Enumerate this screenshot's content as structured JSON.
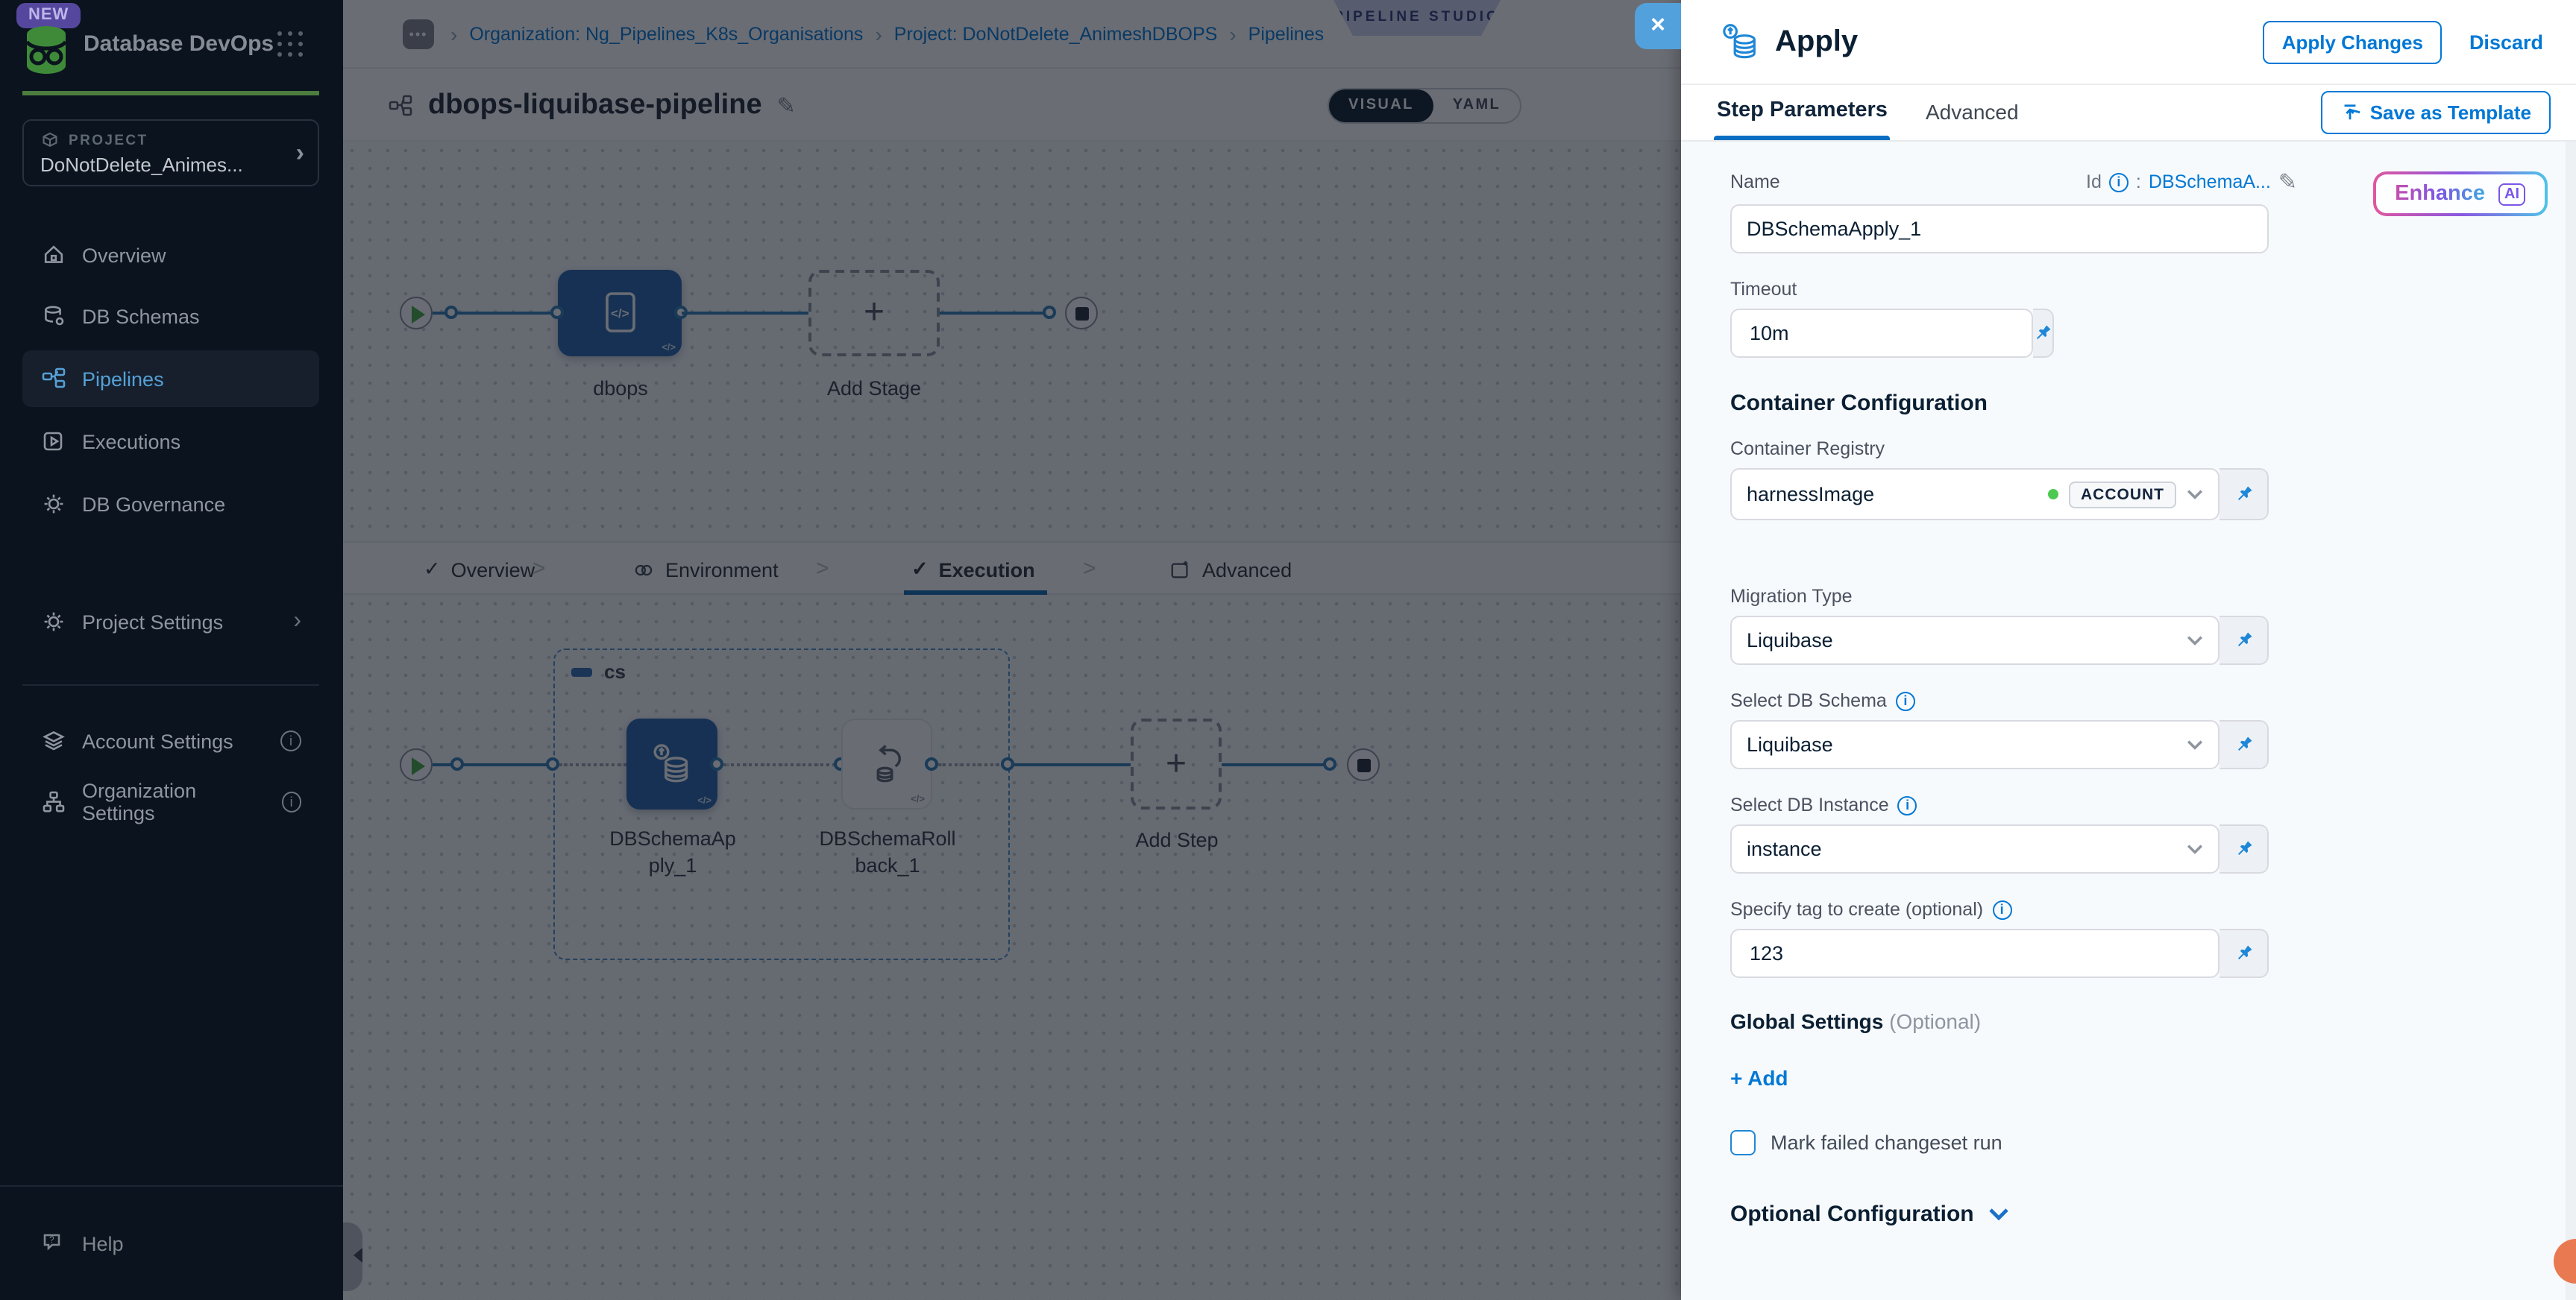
{
  "glyphs": {
    "chevron_right": "›",
    "caret": ">",
    "check": "✓",
    "plus": "+",
    "close": "×",
    "ellipsis": "•••",
    "pencil": "✎",
    "colon": ":",
    "question": "?",
    "code": "</>"
  },
  "sidebar": {
    "new_badge": "NEW",
    "product": "Database DevOps",
    "project_label": "PROJECT",
    "project_name": "DoNotDelete_Animes...",
    "items": [
      {
        "label": "Overview",
        "icon": "home-icon"
      },
      {
        "label": "DB Schemas",
        "icon": "database-gear-icon"
      },
      {
        "label": "Pipelines",
        "icon": "pipeline-icon",
        "active": true
      },
      {
        "label": "Executions",
        "icon": "play-box-icon"
      },
      {
        "label": "DB Governance",
        "icon": "gear-icon"
      }
    ],
    "settings": [
      {
        "label": "Project Settings",
        "icon": "gear-icon"
      },
      {
        "label": "Account Settings",
        "icon": "layers-icon"
      },
      {
        "label": "Organization Settings",
        "icon": "org-chart-icon"
      }
    ],
    "help": "Help"
  },
  "breadcrumb": {
    "items": [
      {
        "label": "Organization: Ng_Pipelines_K8s_Organisations"
      },
      {
        "label": "Project: DoNotDelete_AnimeshDBOPS"
      },
      {
        "label": "Pipelines"
      }
    ],
    "studio_badge": "PIPELINE STUDIO"
  },
  "pipeline": {
    "title": "dbops-liquibase-pipeline",
    "toggle": {
      "visual": "VISUAL",
      "yaml": "YAML"
    },
    "stage_label": "dbops",
    "add_stage": "Add Stage"
  },
  "stage_tabs": {
    "items": [
      {
        "label": "Overview"
      },
      {
        "label": "Environment"
      },
      {
        "label": "Execution"
      },
      {
        "label": "Advanced"
      }
    ],
    "selected": "Execution"
  },
  "execution": {
    "group_label": "cs",
    "step1": "DBSchemaApply_1",
    "step2": "DBSchemaRollback_1",
    "add_step": "Add Step"
  },
  "panel": {
    "title": "Apply",
    "apply_changes": "Apply Changes",
    "discard": "Discard",
    "tabs": {
      "step_parameters": "Step Parameters",
      "advanced": "Advanced"
    },
    "save_as_template": "Save as Template",
    "enhance": {
      "label": "Enhance",
      "badge": "AI"
    },
    "form": {
      "name": {
        "label": "Name",
        "value": "DBSchemaApply_1",
        "id_label": "Id",
        "id_value": "DBSchemaA..."
      },
      "timeout": {
        "label": "Timeout",
        "value": "10m"
      },
      "container_heading": "Container Configuration",
      "registry": {
        "label": "Container Registry",
        "value": "harnessImage",
        "scope": "ACCOUNT"
      },
      "migration": {
        "label": "Migration Type",
        "value": "Liquibase"
      },
      "schema": {
        "label": "Select DB Schema",
        "value": "Liquibase"
      },
      "instance": {
        "label": "Select DB Instance",
        "value": "instance"
      },
      "tag": {
        "label": "Specify tag to create (optional)",
        "value": "123"
      },
      "global": {
        "label": "Global Settings",
        "optional": "(Optional)",
        "add_label": "+ Add"
      },
      "mark_failed": "Mark failed changeset run",
      "optional_config": "Optional Configuration"
    }
  },
  "colors": {
    "accent": "#0278d5",
    "node_blue": "#2263a9",
    "sidebar_bg": "#0b131e",
    "success_green": "#4dc952",
    "orange_fab": "#e97950",
    "studio_badge_bg": "#ccd1ee"
  }
}
